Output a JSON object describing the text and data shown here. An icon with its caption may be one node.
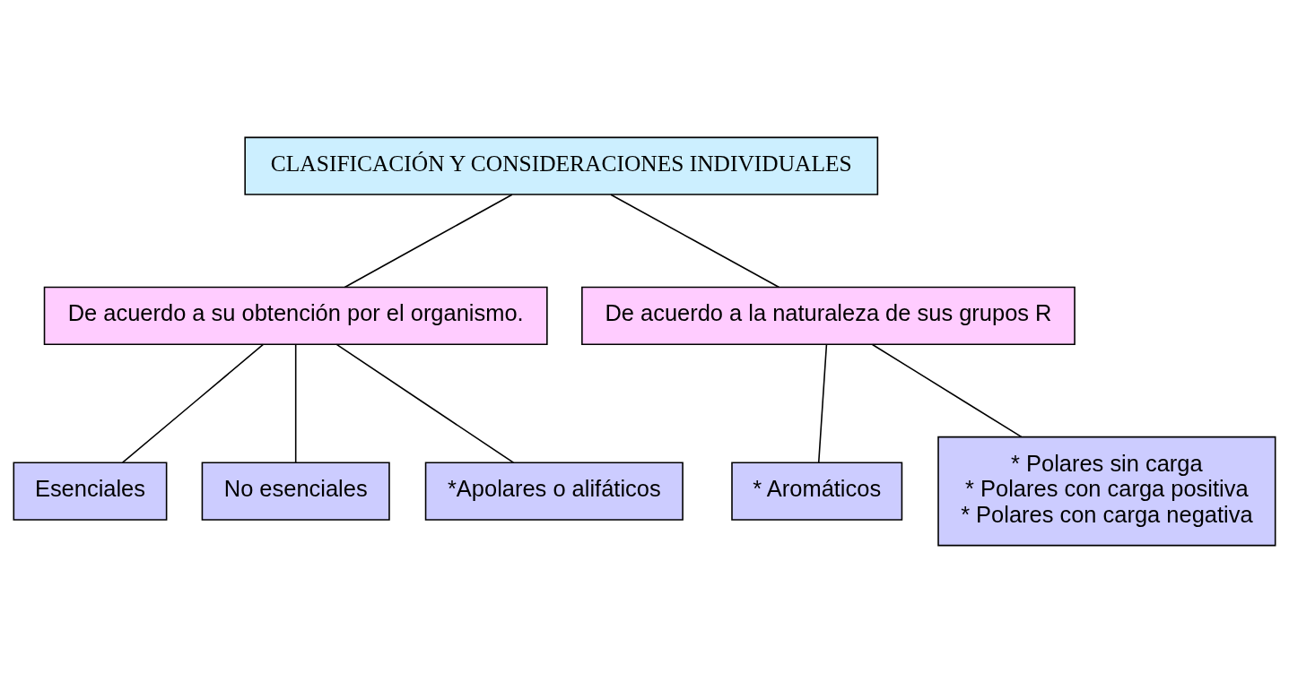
{
  "diagram": {
    "nodes": [
      {
        "text": [
          "CLASIFICACIÓN Y CONSIDERACIONES INDIVIDUALES"
        ]
      },
      {
        "text": [
          "De acuerdo a su obtención por el organismo."
        ]
      },
      {
        "text": [
          "De acuerdo a la naturaleza de sus grupos R"
        ]
      },
      {
        "text": [
          "Esenciales"
        ]
      },
      {
        "text": [
          "No esenciales"
        ]
      },
      {
        "text": [
          "*Apolares o alifáticos"
        ]
      },
      {
        "text": [
          "* Aromáticos"
        ]
      },
      {
        "text": [
          "* Polares sin carga",
          "* Polares con carga positiva",
          "* Polares con carga negativa"
        ]
      }
    ],
    "edges": [
      {
        "from": 0,
        "to": 1,
        "arrow": "none"
      },
      {
        "from": 0,
        "to": 2,
        "arrow": "none"
      },
      {
        "from": 1,
        "to": 3,
        "arrow": "none"
      },
      {
        "from": 1,
        "to": 4,
        "arrow": "none"
      },
      {
        "from": 1,
        "to": 5,
        "arrow": "none"
      },
      {
        "from": 2,
        "to": 6,
        "arrow": "none"
      },
      {
        "from": 2,
        "to": 7,
        "arrow": "none"
      }
    ]
  }
}
